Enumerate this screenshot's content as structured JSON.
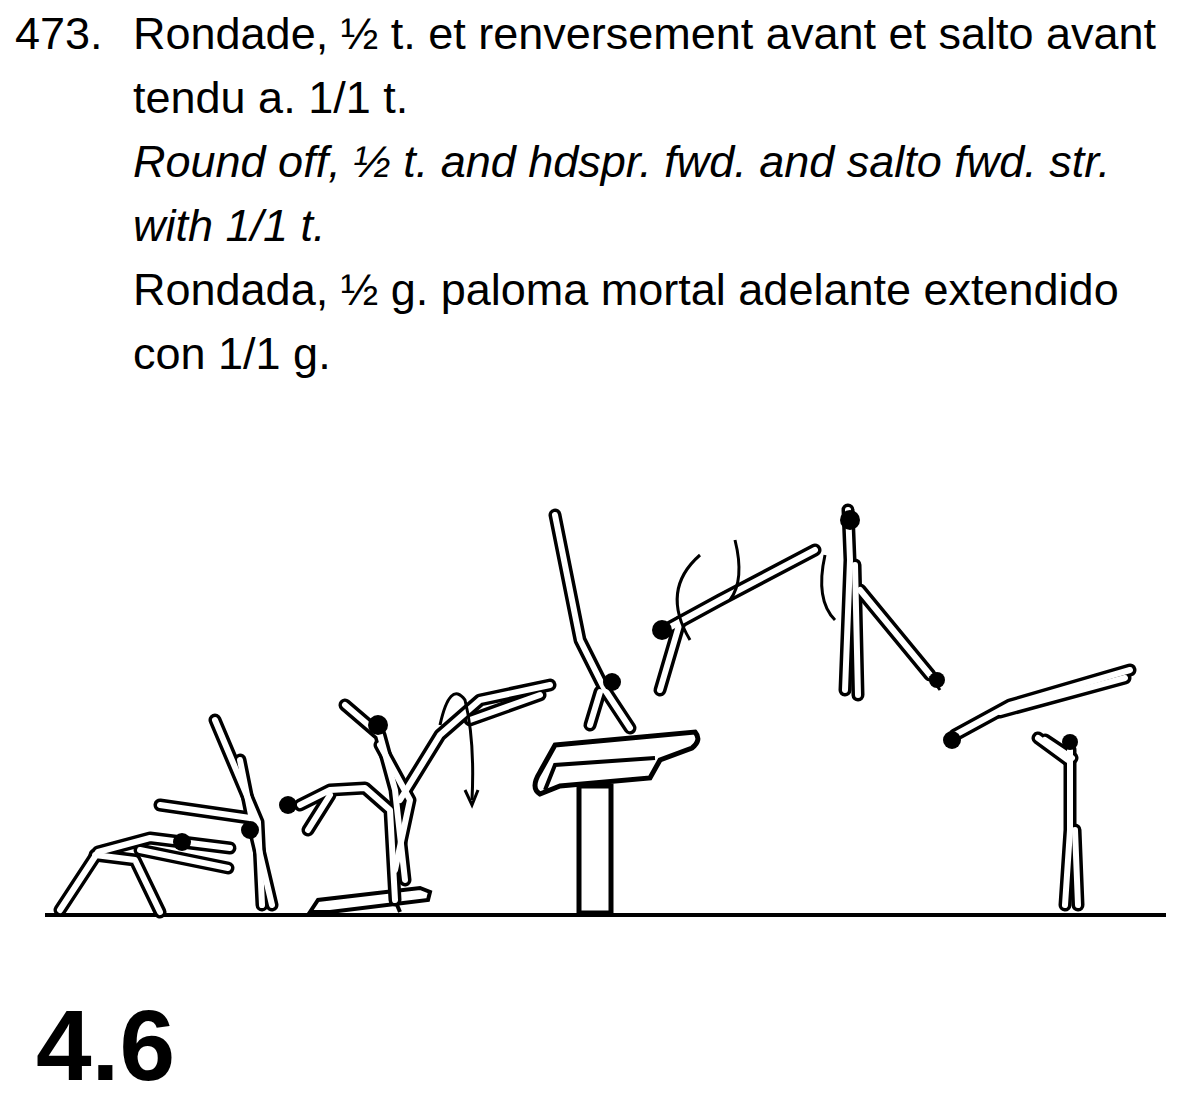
{
  "diagram": {
    "labels": [
      "473.",
      "Rondade, ½ t. et renversement avant et salto avant tendu a. 1/1 t.",
      "Round off, ½ t. and hdspr. fwd. and salto fwd. str. with 1/1 t.",
      "Rondada, ½ g. paloma mortal adelante extendido con 1/1 g.",
      "4.6"
    ]
  }
}
